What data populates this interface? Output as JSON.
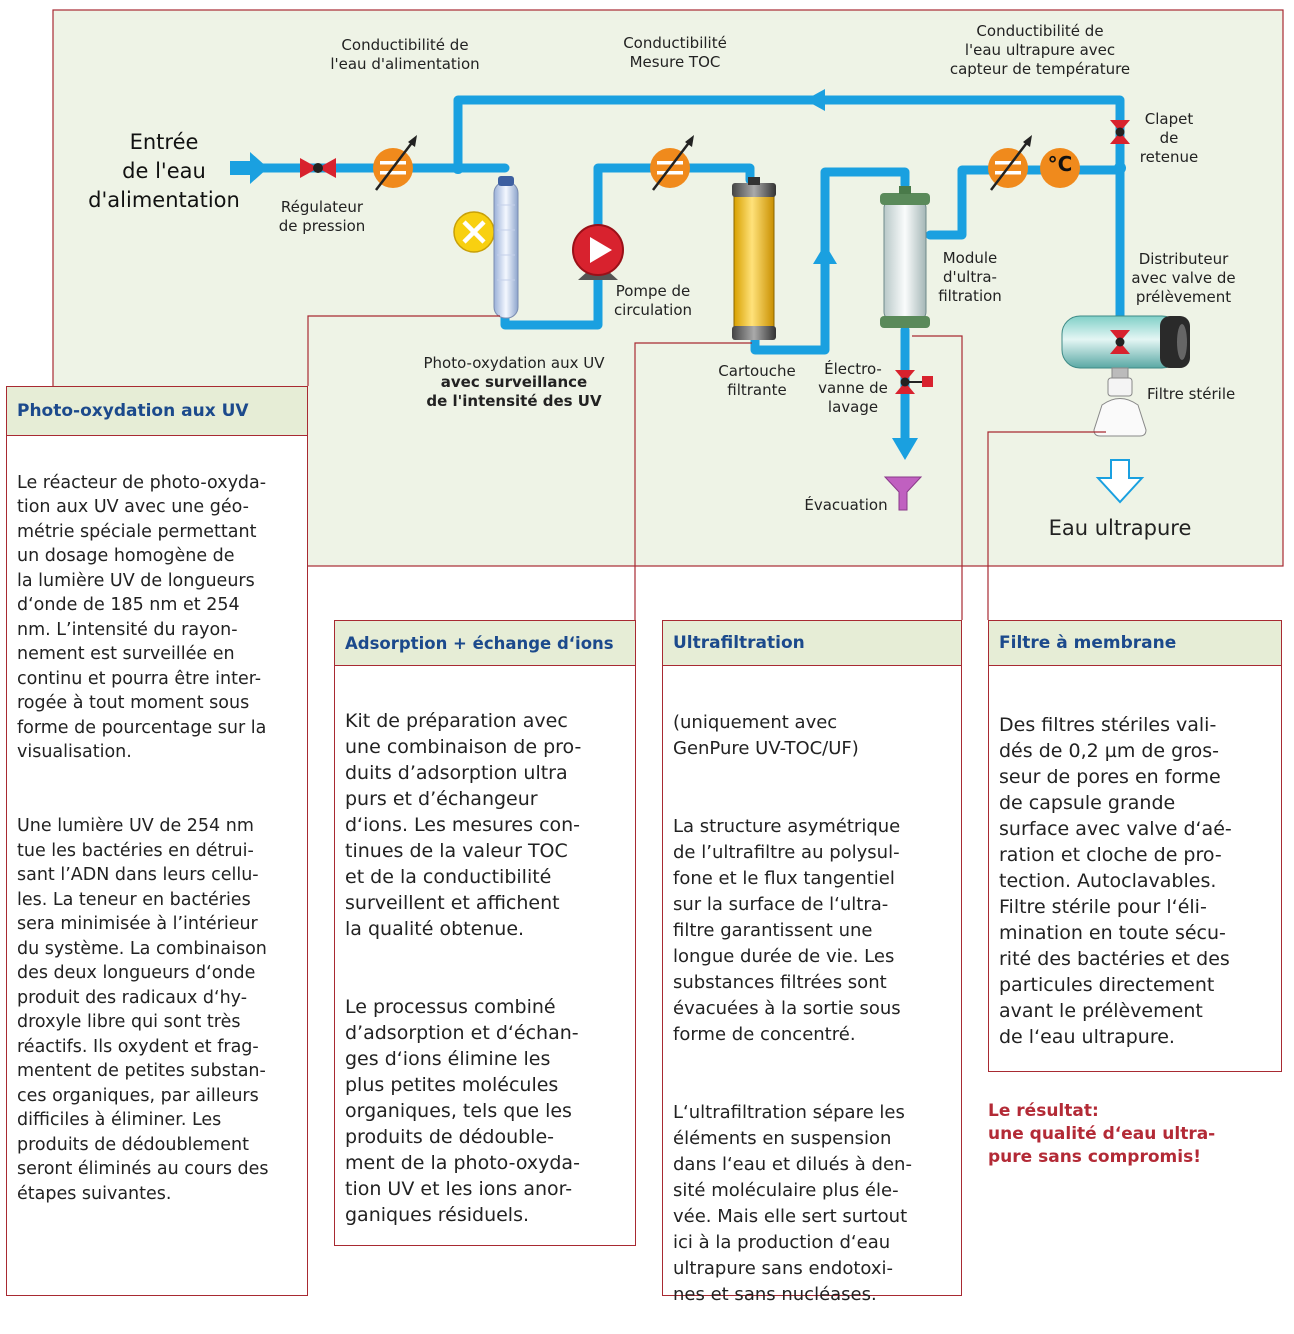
{
  "labels": {
    "inlet": "Entrée\nde l'eau\nd'alimentation",
    "feed_conductivity": "Conductibilité de\nl'eau d'alimentation",
    "toc_conductivity": "Conductibilité\nMesure TOC",
    "ultrapure_conductivity": "Conductibilité de\nl'eau ultrapure avec\ncapteur de température",
    "check_valve": "Clapet\nde\nretenue",
    "pressure_regulator": "Régulateur\nde pression",
    "pump": "Pompe de\ncirculation",
    "uv_oxidation_line1": "Photo-oxydation aux UV",
    "uv_oxidation_line2": "avec surveillance\nde l'intensité des UV",
    "cartridge": "Cartouche\nfiltrante",
    "flush_valve": "Électro-\nvanne de\nlavage",
    "uf_module": "Module\nd'ultra-\nfiltration",
    "dispenser": "Distributeur\navec valve de\nprélèvement",
    "sterile_filter": "Filtre stérile",
    "drain": "Évacuation",
    "ultrapure_water": "Eau ultrapure",
    "temp_unit": "°C"
  },
  "boxes": {
    "uv": {
      "title": "Photo-oxydation aux UV",
      "p1": "Le réacteur de photo-oxyda-\ntion aux UV avec une géo-\nmétrie spéciale permettant\nun dosage homogène de\nla lumière UV de longueurs\nd‘onde de 185 nm et 254\nnm. L’intensité du rayon-\nnement est surveillée en\ncontinu et pourra être inter-\nrogée à tout moment sous\nforme de pourcentage sur la\nvisualisation.",
      "p2": "Une lumière UV de 254 nm\ntue les bactéries en détrui-\nsant l’ADN dans leurs cellu-\nles. La teneur en bactéries\nsera minimisée à l’intérieur\ndu système. La combinaison\ndes deux longueurs d‘onde\nproduit des radicaux d‘hy-\ndroxyle libre qui sont très\nréactifs. Ils oxydent et frag-\nmentent de petites substan-\nces organiques, par ailleurs\ndifficiles à éliminer. Les\nproduits de dédoublement\nseront éliminés au cours des\nétapes suivantes."
    },
    "adsorption": {
      "title": "Adsorption + échange d‘ions",
      "p1": "Kit de préparation avec\nune combinaison de pro-\nduits d’adsorption ultra\npurs et d’échangeur\nd‘ions. Les mesures con-\ntinues de la valeur TOC\net de la conductibilité\nsurveillent et affichent\nla qualité obtenue.",
      "p2": "Le processus combiné\nd’adsorption et d‘échan-\nges d‘ions élimine les\nplus petites molécules\norganiques, tels que les\nproduits de dédouble-\nment de la photo-oxyda-\ntion UV et les ions anor-\nganiques résiduels."
    },
    "ultrafiltration": {
      "title": "Ultrafiltration",
      "p1": "(uniquement avec\nGenPure UV-TOC/UF)",
      "p2": "La structure asymétrique\nde l’ultrafiltre au polysul-\nfone et le flux tangentiel\nsur la surface de l‘ultra-\nfiltre garantissent une\nlongue durée de vie. Les\nsubstances filtrées sont\névacuées à la sortie sous\nforme de concentré.",
      "p3": "L‘ultrafiltration sépare les\néléments en suspension\ndans l‘eau et dilués à den-\nsité moléculaire plus éle-\nvée. Mais elle sert surtout\nici à la production d‘eau\nultrapure sans endotoxi-\nnes et sans nucléases."
    },
    "membrane": {
      "title": "Filtre à membrane",
      "p1": "Des filtres stériles vali-\ndés de 0,2 µm de gros-\nseur de pores en forme\nde capsule grande\nsurface avec valve d‘aé-\nration et cloche de pro-\ntection. Autoclavables.\nFiltre stérile pour l‘éli-\nmination en toute sécu-\nrité des bactéries et des\nparticules directement\navant le prélèvement\nde l‘eau ultrapure."
    }
  },
  "result": "Le résultat:\nune qualité d‘eau ultra-\npure sans compromis!",
  "colors": {
    "panel": "#eef3e6",
    "pipe": "#1aa0e0",
    "border": "#a82a32",
    "heading": "#1c4a8c",
    "result": "#b32a36",
    "gauge": "#f08a1c",
    "valve": "#d8222e"
  }
}
